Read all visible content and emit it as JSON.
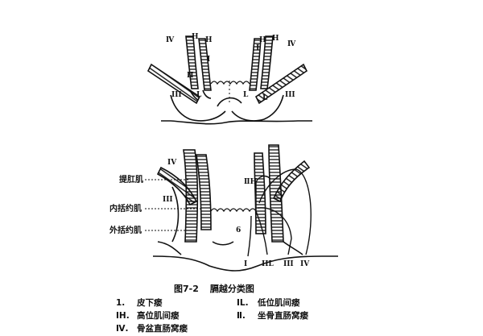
{
  "figure": {
    "number": "图7-2",
    "title": "膈越分类图"
  },
  "top_diagram": {
    "labels": {
      "left_IV": "Ⅳ",
      "left_H_outer": "H",
      "left_H_inner": "H",
      "left_I": "I",
      "left_II": "II",
      "left_L": "L",
      "left_III": "III",
      "right_I": "I",
      "right_H_inner": "H",
      "right_H_outer": "H",
      "right_IV": "Ⅳ",
      "right_L_inner": "L",
      "right_L_center": "L",
      "right_III": "III"
    }
  },
  "bottom_diagram": {
    "side_labels": {
      "levator": "提肛肌",
      "internal_sphincter": "内括约肌",
      "external_sphincter": "外括约肌"
    },
    "labels": {
      "left_IV": "IV",
      "left_III": "III",
      "right_IIH": "ⅡH",
      "center_6": "6",
      "bottom_I": "I",
      "bottom_IIL": "IIL",
      "bottom_III": "III",
      "bottom_IV": "IV"
    }
  },
  "legend": [
    {
      "key": "1.",
      "text": "皮下瘘"
    },
    {
      "key": "ⅠL.",
      "text": "低位肌间瘘"
    },
    {
      "key": "ⅠH.",
      "text": "高位肌间瘘"
    },
    {
      "key": "Ⅱ.",
      "text": "坐骨直肠窝瘘"
    },
    {
      "key": "Ⅳ.",
      "text": "骨盆直肠窝瘘"
    }
  ]
}
